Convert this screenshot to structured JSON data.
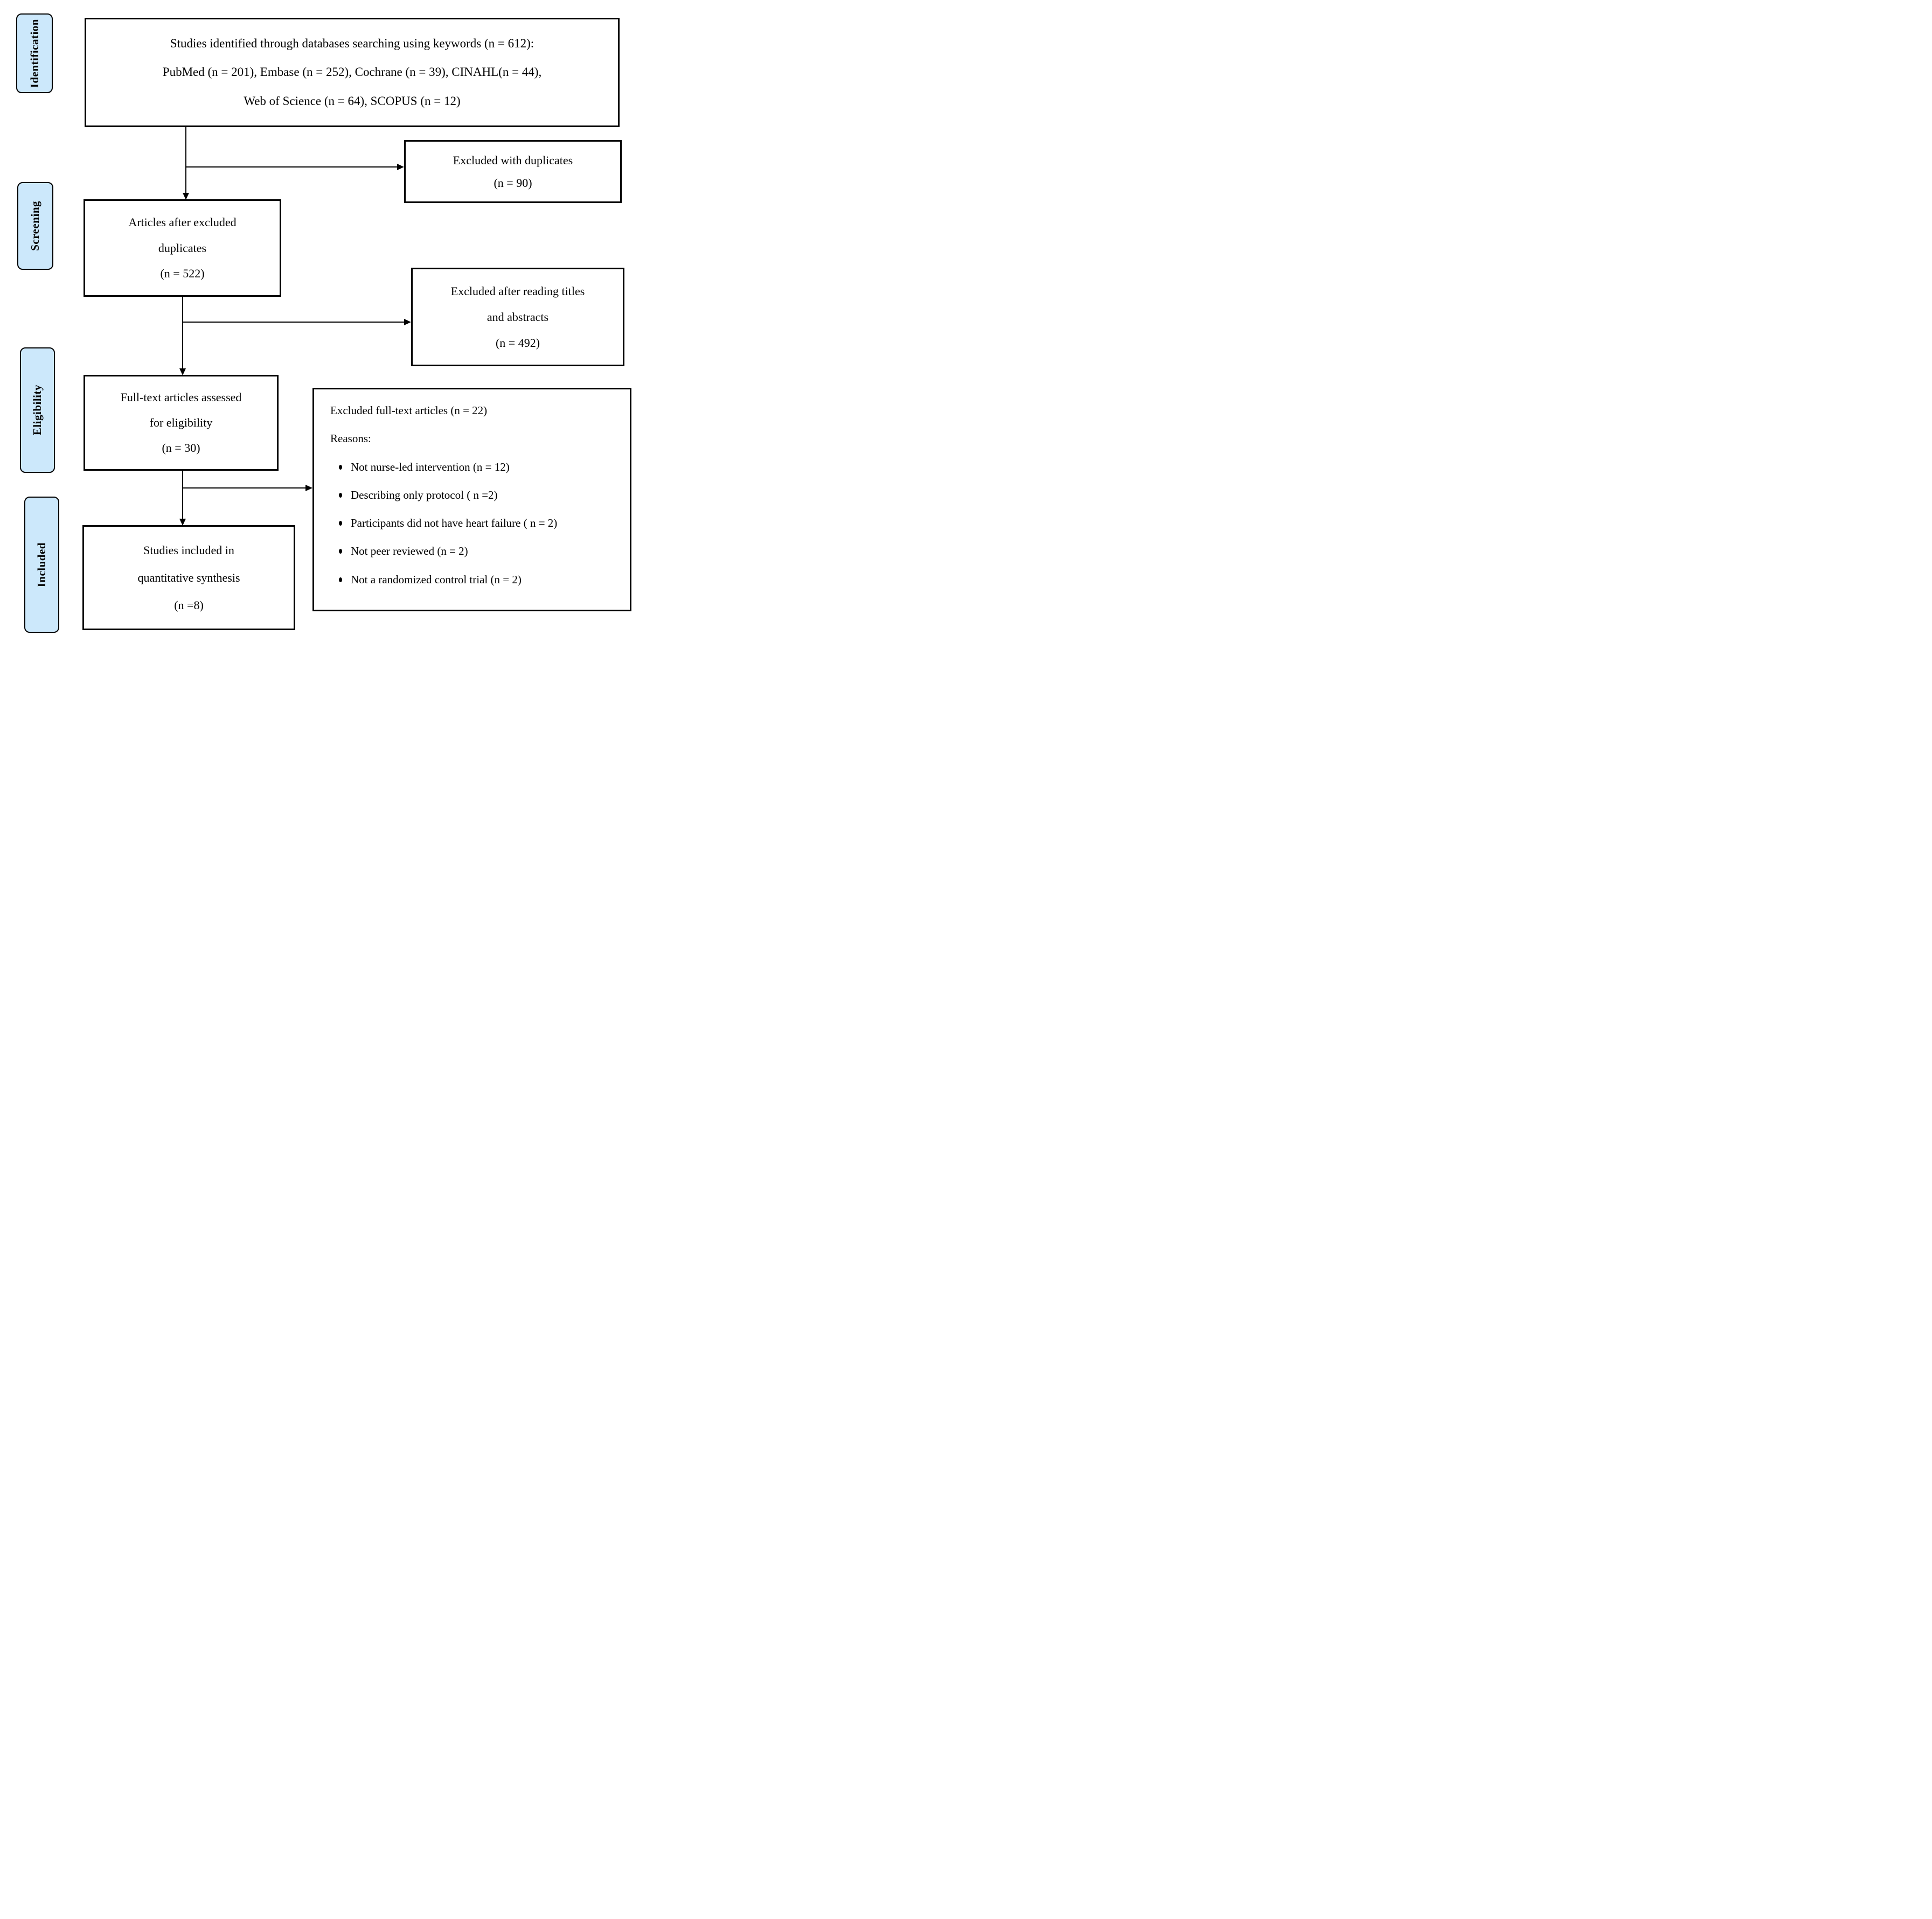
{
  "figure": {
    "stages": [
      {
        "label": "Identification"
      },
      {
        "label": "Screening"
      },
      {
        "label": "Eligibility"
      },
      {
        "label": "Included"
      }
    ],
    "nodes": {
      "identified": {
        "lines": [
          "Studies identified through databases searching using keywords (n = 612):",
          "PubMed (n = 201), Embase (n = 252), Cochrane (n = 39), CINAHL(n = 44),",
          "Web of Science (n = 64), SCOPUS (n = 12)"
        ]
      },
      "excluded_duplicates": {
        "lines": [
          "Excluded with duplicates",
          "(n = 90)"
        ]
      },
      "after_duplicates": {
        "lines": [
          "Articles after excluded",
          "duplicates",
          "(n = 522)"
        ]
      },
      "excluded_titles": {
        "lines": [
          "Excluded after reading titles",
          "and abstracts",
          "(n = 492)"
        ]
      },
      "fulltext_assessed": {
        "lines": [
          "Full-text articles assessed",
          "for eligibility",
          "(n = 30)"
        ]
      },
      "excluded_fulltext": {
        "title": "Excluded full-text articles (n = 22)",
        "reasons_label": "Reasons:",
        "bullets": [
          "Not nurse-led intervention (n = 12)",
          "Describing only protocol ( n =2)",
          "Participants did not have heart failure ( n = 2)",
          "Not peer reviewed (n = 2)",
          "Not a randomized control trial (n = 2)"
        ]
      },
      "included_synthesis": {
        "lines": [
          "Studies included in",
          "quantitative synthesis",
          "(n =8)"
        ]
      }
    },
    "colors": {
      "stage_fill": "#cce8fb",
      "border": "#000000",
      "background": "#ffffff"
    }
  }
}
